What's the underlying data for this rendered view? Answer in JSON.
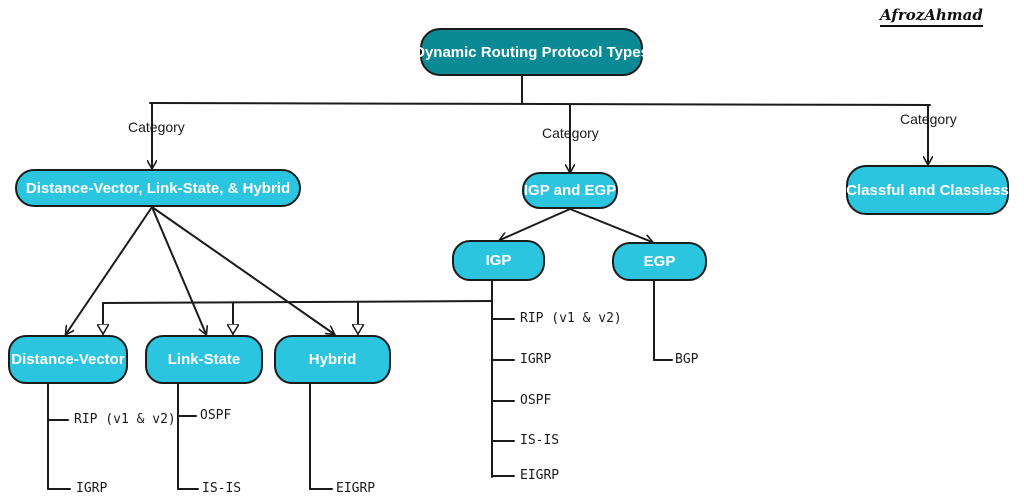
{
  "signature": "AfrozAhmad",
  "root": "Dynamic Routing Protocol Types",
  "category_label": "Category",
  "branches": {
    "dvls": "Distance-Vector, Link-State, & Hybrid",
    "igp_egp": "IGP and EGP",
    "classful": "Classful and Classless"
  },
  "dv": {
    "title": "Distance-Vector",
    "items": [
      "RIP (v1 & v2)",
      "IGRP"
    ]
  },
  "ls": {
    "title": "Link-State",
    "items": [
      "OSPF",
      "IS-IS"
    ]
  },
  "hy": {
    "title": "Hybrid",
    "items": [
      "EIGRP"
    ]
  },
  "igp": {
    "title": "IGP",
    "items": [
      "RIP (v1 & v2)",
      "IGRP",
      "OSPF",
      "IS-IS",
      "EIGRP"
    ]
  },
  "egp": {
    "title": "EGP",
    "items": [
      "BGP"
    ]
  }
}
